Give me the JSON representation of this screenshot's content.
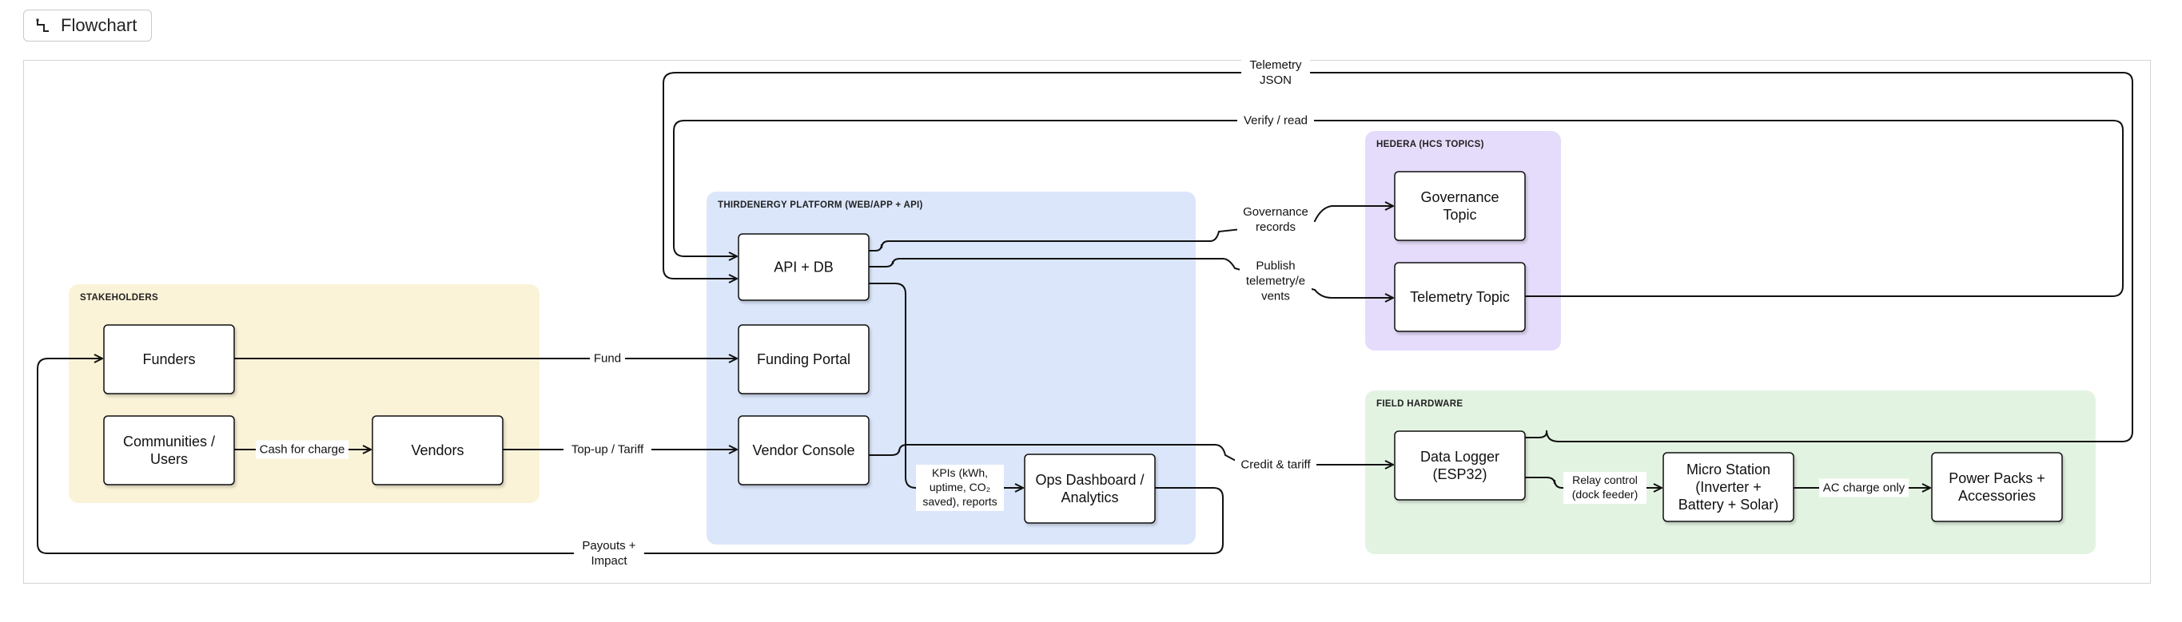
{
  "toolbar": {
    "flowchart_label": "Flowchart",
    "icon": "flowchart-icon"
  },
  "groups": {
    "stakeholders": {
      "title": "STAKEHOLDERS",
      "color": "#fbf3d8"
    },
    "platform": {
      "title": "THIRDENERGY PLATFORM (WEB/APP + API)",
      "color": "#dbe6fb"
    },
    "hedera": {
      "title": "HEDERA (HCS TOPICS)",
      "color": "#e5dcfb"
    },
    "hardware": {
      "title": "FIELD HARDWARE",
      "color": "#e3f3e2"
    }
  },
  "nodes": {
    "funders": [
      "Funders"
    ],
    "communities": [
      "Communities /",
      "Users"
    ],
    "vendors": [
      "Vendors"
    ],
    "api_db": [
      "API + DB"
    ],
    "funding_portal": [
      "Funding Portal"
    ],
    "vendor_console": [
      "Vendor Console"
    ],
    "ops_dashboard": [
      "Ops Dashboard /",
      "Analytics"
    ],
    "governance_topic": [
      "Governance",
      "Topic"
    ],
    "telemetry_topic": [
      "Telemetry Topic"
    ],
    "data_logger": [
      "Data Logger",
      "(ESP32)"
    ],
    "micro_station": [
      "Micro Station",
      "(Inverter +",
      "Battery + Solar)"
    ],
    "power_packs": [
      "Power Packs +",
      "Accessories"
    ]
  },
  "edges": {
    "fund": [
      "Fund"
    ],
    "cash_for_charge": [
      "Cash for charge"
    ],
    "topup_tariff": [
      "Top-up / Tariff"
    ],
    "telemetry_json": [
      "Telemetry",
      "JSON"
    ],
    "verify_read": [
      "Verify / read"
    ],
    "governance_records": [
      "Governance",
      "records"
    ],
    "publish_telemetry": [
      "Publish",
      "telemetry/e",
      "vents"
    ],
    "kpis": [
      "KPIs (kWh,",
      "uptime, CO₂",
      "saved), reports"
    ],
    "credit_tariff": [
      "Credit & tariff"
    ],
    "relay_control": [
      "Relay control",
      "(dock feeder)"
    ],
    "ac_charge_only": [
      "AC charge only"
    ],
    "payouts_impact": [
      "Payouts +",
      "Impact"
    ]
  }
}
